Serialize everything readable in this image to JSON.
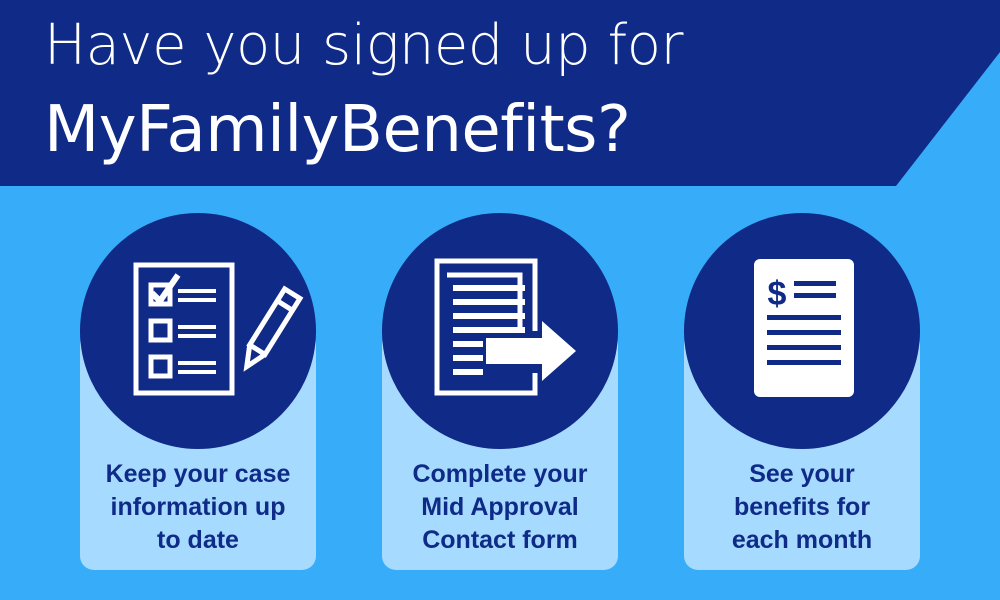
{
  "headline": {
    "line1": "Have you signed up for",
    "line2": "MyFamilyBenefits?"
  },
  "colors": {
    "background": "#37adf9",
    "banner": "#0f2a87",
    "card": "#a6daff",
    "circle": "#0f2a87",
    "text_light": "#ffffff",
    "text_dark": "#0f2a87"
  },
  "cards": [
    {
      "icon": "checklist-pencil-icon",
      "lines": [
        "Keep your case",
        "information up",
        "to date"
      ]
    },
    {
      "icon": "form-arrow-icon",
      "lines": [
        "Complete your",
        "Mid Approval",
        "Contact form"
      ]
    },
    {
      "icon": "benefits-statement-icon",
      "symbol": "$",
      "lines": [
        "See your",
        "benefits for",
        "each month"
      ]
    }
  ]
}
